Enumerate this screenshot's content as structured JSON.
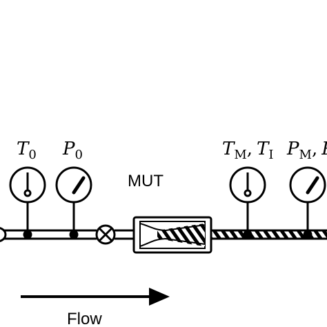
{
  "labels": {
    "t0": {
      "main": "T",
      "sub": "0"
    },
    "p0": {
      "main": "P",
      "sub": "0"
    },
    "tm_ti": {
      "main1": "T",
      "sub1": "M",
      "sep": ",",
      "main2": "T",
      "sub2": "I"
    },
    "pm": {
      "main1": "P",
      "sub1": "M",
      "sep": ",",
      "main2": "P"
    },
    "mut": "MUT",
    "flow": "Flow"
  },
  "colors": {
    "stroke": "#000000",
    "background": "#ffffff"
  },
  "icons": [
    "thermometer-gauge-icon",
    "pressure-gauge-icon",
    "valve-icon",
    "flow-arrow-icon"
  ]
}
